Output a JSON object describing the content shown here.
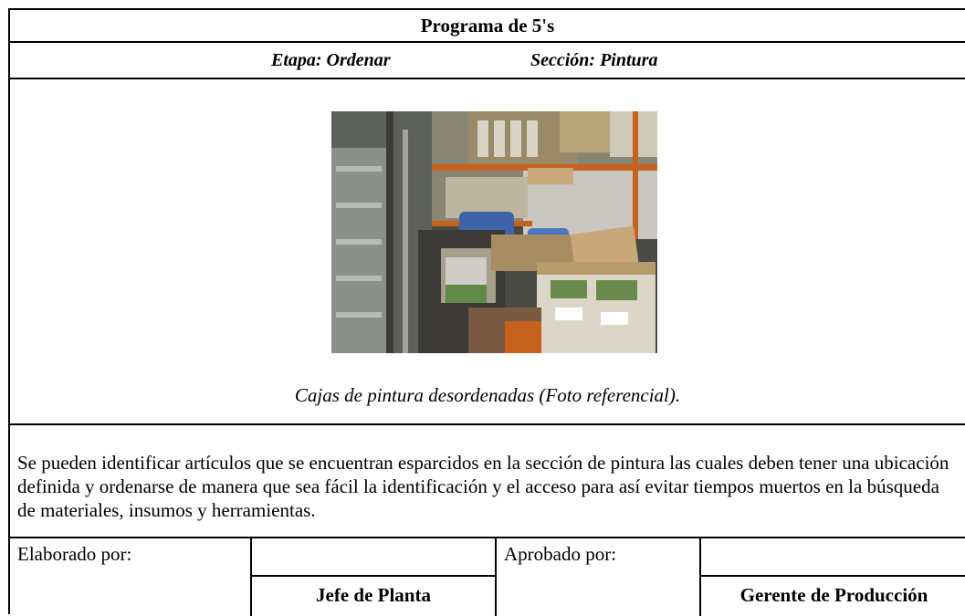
{
  "header": {
    "title": "Programa de 5's",
    "stage": "Etapa: Ordenar",
    "section": "Sección: Pintura"
  },
  "photo": {
    "caption": "Cajas de pintura desordenadas (Foto referencial)."
  },
  "description": "Se pueden identificar artículos que se encuentran esparcidos en la sección de pintura las cuales deben tener una ubicación definida y ordenarse de manera que sea fácil la identificación y el acceso para así evitar tiempos muertos en la búsqueda de materiales, insumos y herramientas.",
  "signatures": {
    "prepared_label": "Elaborado por:",
    "prepared_role": "Jefe de Planta",
    "approved_label": "Aprobado por:",
    "approved_role": "Gerente de Producción"
  }
}
